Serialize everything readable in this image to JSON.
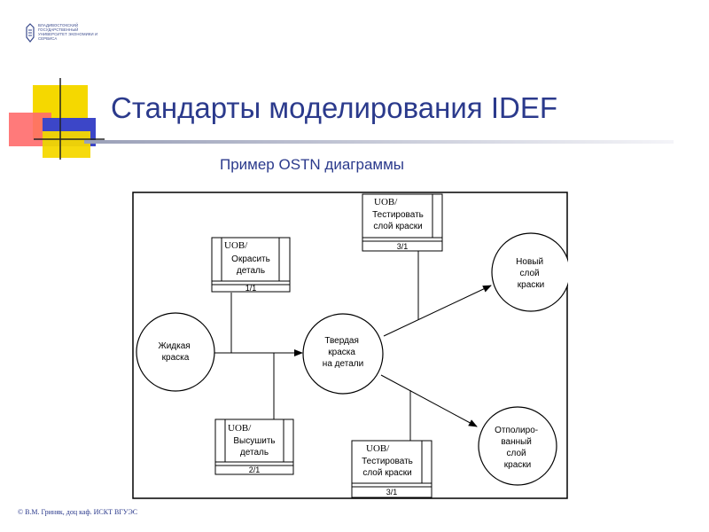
{
  "logo": {
    "text": "Владивостокский государственный университет экономики и сервиса"
  },
  "header": {
    "title": "Стандарты моделирования IDEF",
    "subtitle": "Пример OSTN диаграммы"
  },
  "diagram": {
    "states": [
      {
        "id": "liquid",
        "lines": [
          "Жидкая",
          "краска"
        ]
      },
      {
        "id": "hard",
        "lines": [
          "Твердая",
          "краска",
          "на детали"
        ]
      },
      {
        "id": "new-layer",
        "lines": [
          "Новый",
          "слой",
          "краски"
        ]
      },
      {
        "id": "polished",
        "lines": [
          "Отполиро-",
          "ванный",
          "слой",
          "краски"
        ]
      }
    ],
    "uobs": [
      {
        "id": "paint",
        "header": "UOB/",
        "lines": [
          "Окрасить",
          "деталь"
        ],
        "number": "1/1"
      },
      {
        "id": "dry",
        "header": "UOB/",
        "lines": [
          "Высушить",
          "деталь"
        ],
        "number": "2/1"
      },
      {
        "id": "test-top",
        "header": "UOB/",
        "lines": [
          "Тестировать",
          "слой краски"
        ],
        "number": "3/1"
      },
      {
        "id": "test-bottom",
        "header": "UOB/",
        "lines": [
          "Тестировать",
          "слой краски"
        ],
        "number": "3/1"
      }
    ]
  },
  "footer": {
    "text": "© В.М. Гриняк, доц каф. ИСКТ ВГУЭС"
  },
  "colors": {
    "title": "#2b3a8c",
    "deco_yellow": "#f5d800",
    "deco_red": "#ff5a5a",
    "deco_blue": "#3c46c8"
  }
}
